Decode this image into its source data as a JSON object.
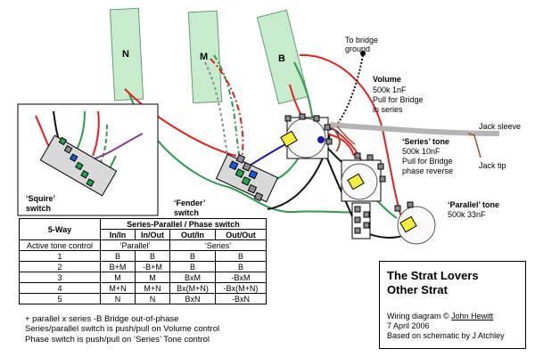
{
  "pickups": {
    "neck": "N",
    "middle": "M",
    "bridge": "B"
  },
  "labels": {
    "bridge_ground": "To bridge\nground",
    "volume_title": "Volume",
    "volume_spec": "500k  1nF",
    "volume_pull_1": "Pull for Bridge",
    "volume_pull_2": "in series",
    "jack_sleeve": "Jack sleeve",
    "jack_tip": "Jack tip",
    "series_tone_title": "‘Series’ tone",
    "series_tone_spec": "500k  10nF",
    "series_tone_pull_1": "Pull for Bridge",
    "series_tone_pull_2": "phase reverse",
    "parallel_tone_title": "‘Parallel’ tone",
    "parallel_tone_spec": "500k  33nF",
    "fender_switch_1": "‘Fender’",
    "fender_switch_2": "switch",
    "squire_switch_1": "‘Squire’",
    "squire_switch_2": "switch"
  },
  "table": {
    "col_5way": "5-Way",
    "col_group": "Series-Parallel / Phase switch",
    "sub_headers": [
      "In/In",
      "In/Out",
      "Out/In",
      "Out/Out"
    ],
    "active_tone_label": "Active tone control",
    "parallel_label": "‘Parallel’",
    "series_label": "‘Series’",
    "rows": [
      {
        "pos": "1",
        "c1": "B",
        "c2": "B",
        "c3": "B",
        "c4": "B"
      },
      {
        "pos": "2",
        "c1": "B+M",
        "c2": "-B+M",
        "c3": "B",
        "c4": "B"
      },
      {
        "pos": "3",
        "c1": "M",
        "c2": "M",
        "c3": "BxM",
        "c4": "-BxM"
      },
      {
        "pos": "4",
        "c1": "M+N",
        "c2": "M+N",
        "c3": "Bx(M+N)",
        "c4": "-Bx(M+N)"
      },
      {
        "pos": "5",
        "c1": "N",
        "c2": "N",
        "c3": "BxN",
        "c4": "-BxN"
      }
    ]
  },
  "notes": [
    "+ parallel    x series    -B  Bridge out-of-phase",
    "Series/parallel switch is push/pull on Volume control",
    "Phase switch is push/pull on ‘Series’ Tone control"
  ],
  "titlebox": {
    "title_1": "The Strat Lovers",
    "title_2": "Other Strat",
    "credit_prefix": "Wiring diagram © ",
    "credit_name": "John Hewitt",
    "date": "7 April 2006",
    "based_on": "Based on schematic by J Atchley"
  },
  "colors": {
    "pickup_fill": "#c6ebcd",
    "wire_red": "#e41f1f",
    "wire_green": "#2f9a4a",
    "wire_black": "#111111",
    "wire_blue": "#1a1aa8",
    "wire_brown": "#a0522d",
    "wire_grey": "#b4b4b4",
    "cap_yellow": "#f4ee3a",
    "lug_grey": "#8c8c8c",
    "lug_green": "#1aa84a",
    "lug_blue": "#1a5ad8"
  }
}
